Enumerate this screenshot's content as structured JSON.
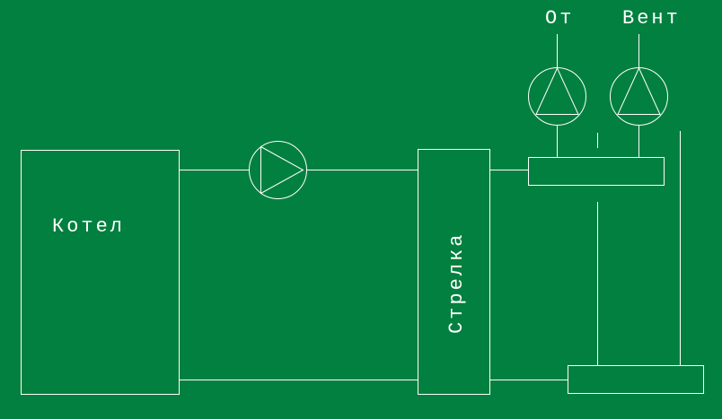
{
  "diagram": {
    "background_color": "#02803f",
    "line_color": "#ffffff",
    "labels": {
      "boiler": "Котел",
      "separator": "Стрелка",
      "heating": "От",
      "ventilation": "Вент"
    },
    "pumps": [
      {
        "name": "boiler-pump",
        "icon": "pump-triangle-right"
      },
      {
        "name": "heating-pump",
        "icon": "pump-triangle-up"
      },
      {
        "name": "ventilation-pump",
        "icon": "pump-triangle-up"
      }
    ]
  }
}
